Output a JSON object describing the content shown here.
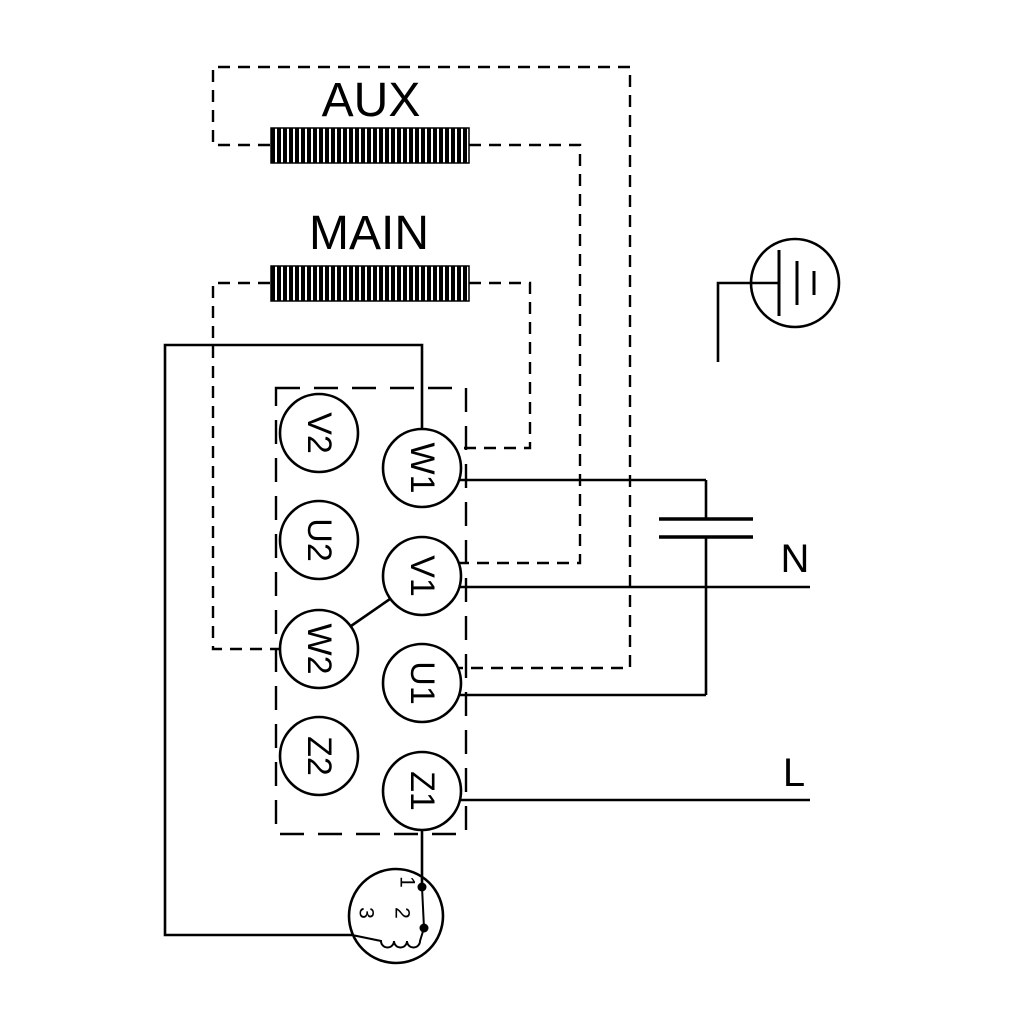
{
  "diagram": {
    "windings": {
      "aux": "AUX",
      "main": "MAIN"
    },
    "terminals": {
      "left": [
        "V2",
        "U2",
        "W2",
        "Z2"
      ],
      "right": [
        "W1",
        "V1",
        "U1",
        "Z1"
      ]
    },
    "supply": {
      "neutral": "N",
      "line": "L"
    },
    "protector": {
      "t1": "1",
      "t2": "2",
      "t3": "3"
    },
    "connections": {
      "capacitor_between": [
        "W1",
        "U1"
      ],
      "jumper_between": [
        "W2",
        "V1"
      ],
      "neutral_wire_to": "V1",
      "line_wire_to": "Z1",
      "protector_in_series_between": [
        "Z1",
        "W1"
      ],
      "aux_winding_between": [
        "U1",
        "V1"
      ],
      "main_winding_between": [
        "W1",
        "W2"
      ]
    },
    "colors": {
      "line": "#000000",
      "background": "#ffffff"
    }
  }
}
